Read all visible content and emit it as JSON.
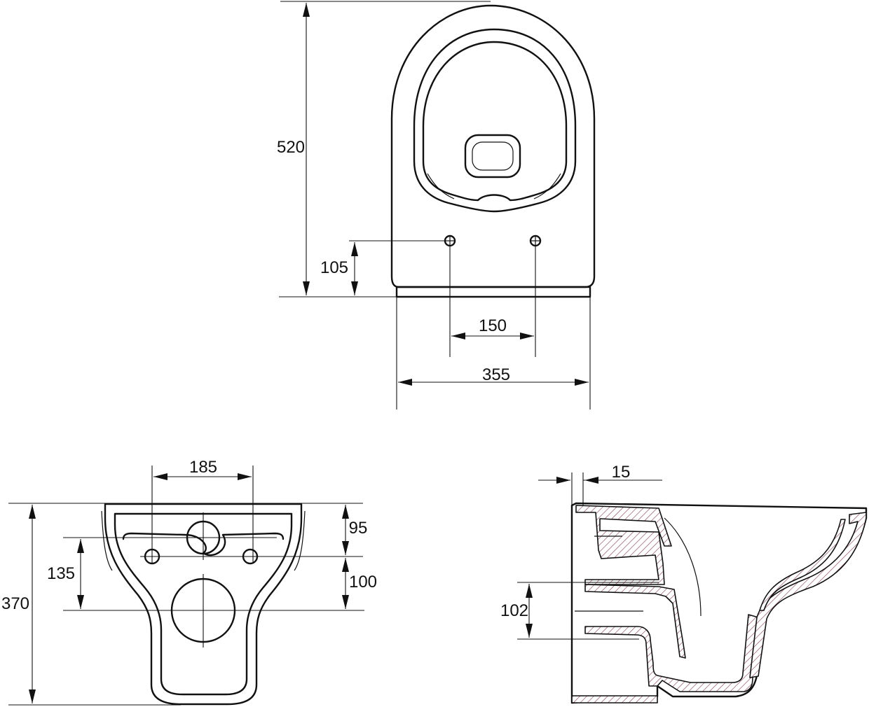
{
  "top_view": {
    "length_label": "520",
    "fixing_offset_label": "105",
    "fixing_spacing_label": "150",
    "width_label": "355"
  },
  "rear_view": {
    "fixing_spacing_label": "185",
    "height_label": "370",
    "inlet_to_fixings_label": "95",
    "fixings_to_outlet_label": "100",
    "outlet_height_label": "135"
  },
  "side_section": {
    "wall_offset_label": "15",
    "outlet_height_label": "102"
  }
}
